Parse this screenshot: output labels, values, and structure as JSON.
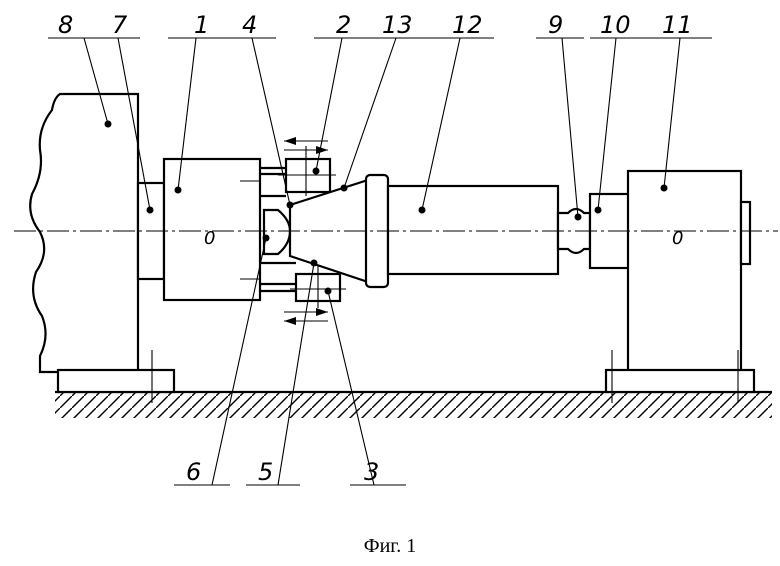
{
  "figure": {
    "caption": "Фиг. 1",
    "center_mark": "0",
    "labels": {
      "l1": "1",
      "l2": "2",
      "l3": "3",
      "l4": "4",
      "l5": "5",
      "l6": "6",
      "l7": "7",
      "l8": "8",
      "l9": "9",
      "l10": "10",
      "l11": "11",
      "l12": "12",
      "l13": "13"
    }
  }
}
